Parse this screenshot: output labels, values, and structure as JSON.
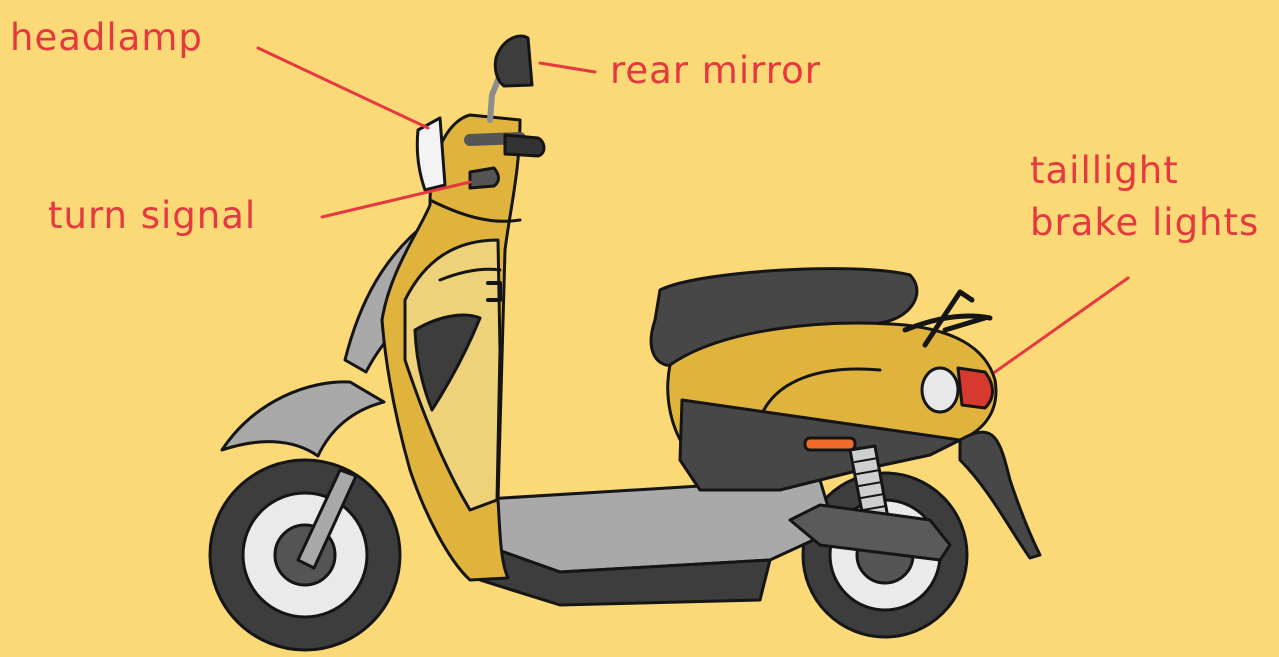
{
  "background": "#fbd977",
  "label_color": "#e5383f",
  "labels": {
    "headlamp": "headlamp",
    "rear_mirror": "rear mirror",
    "turn_signal": "turn signal",
    "taillight": "taillight",
    "brake_lights": "brake lights"
  },
  "colors": {
    "body_yellow": "#e0b43c",
    "panel_light": "#edd27a",
    "tire": "#3d3d3d",
    "rim": "#eaeaea",
    "fender_gray": "#a9a9a9",
    "seat": "#474747",
    "indicator_orange": "#f06a2a",
    "taillight_red": "#d63a2e"
  }
}
